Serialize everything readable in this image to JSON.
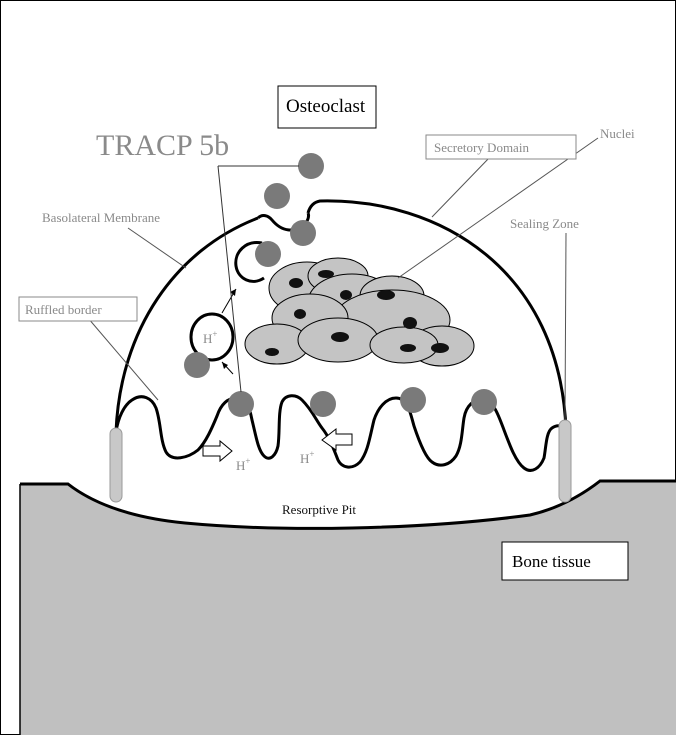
{
  "labels": {
    "osteoclast": "Osteoclast",
    "tracp": "TRACP 5b",
    "secretory_domain": "Secretory Domain",
    "nuclei": "Nuclei",
    "basolateral_membrane": "Basolateral Membrane",
    "sealing_zone": "Sealing Zone",
    "ruffled_border": "Ruffled border",
    "resorptive_pit": "Resorptive Pit",
    "bone_tissue": "Bone tissue",
    "proton": "H",
    "proton_charge": "+"
  },
  "colors": {
    "bone": "#c0c0c0",
    "vesicle": "#7a7a7a",
    "nucleus_fill": "#c4c4c4",
    "nucleolus": "#111111",
    "label_gray": "#8a8a8a",
    "sealing_zone": "#c8c8c8"
  },
  "icons": [
    "proton-arrow-right-icon",
    "proton-arrow-left-icon"
  ]
}
